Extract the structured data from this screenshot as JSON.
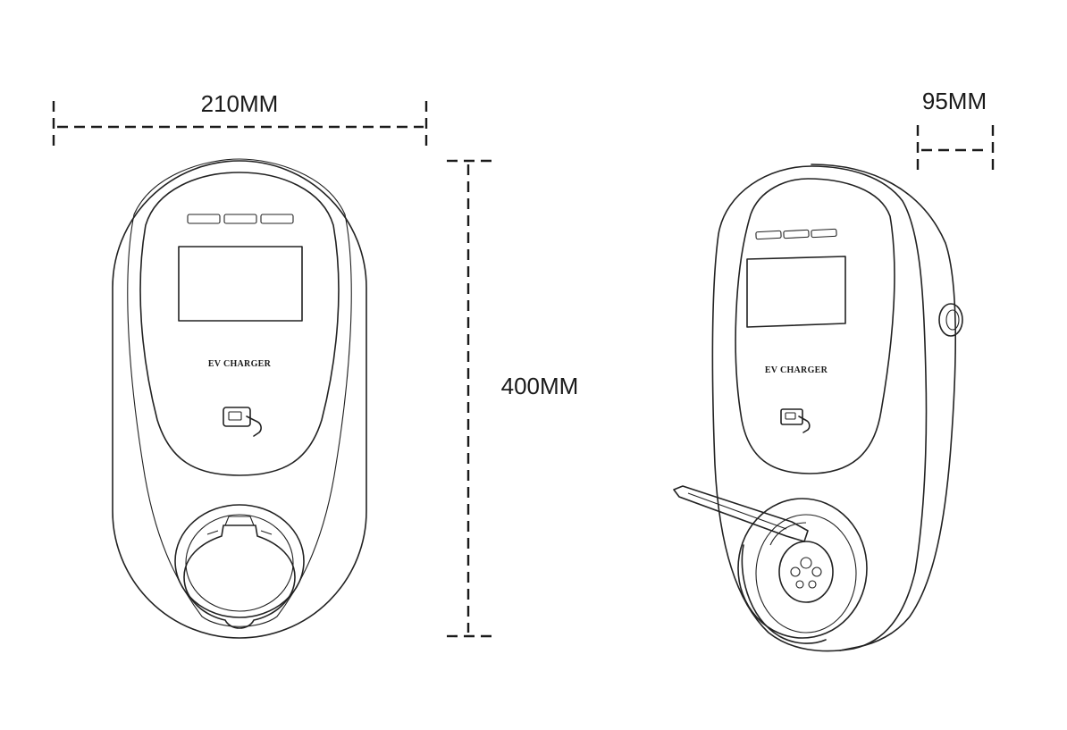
{
  "dimensions": {
    "width_label": "210MM",
    "height_label": "400MM",
    "depth_label": "95MM"
  },
  "device": {
    "brand_label": "EV CHARGER",
    "views": [
      "front-view",
      "side-perspective-view"
    ]
  },
  "icons": {
    "card_reader": "rfid-card-icon",
    "socket": "type2-socket-icon",
    "button": "side-button-icon"
  },
  "colors": {
    "line": "#222222",
    "background": "#ffffff"
  }
}
